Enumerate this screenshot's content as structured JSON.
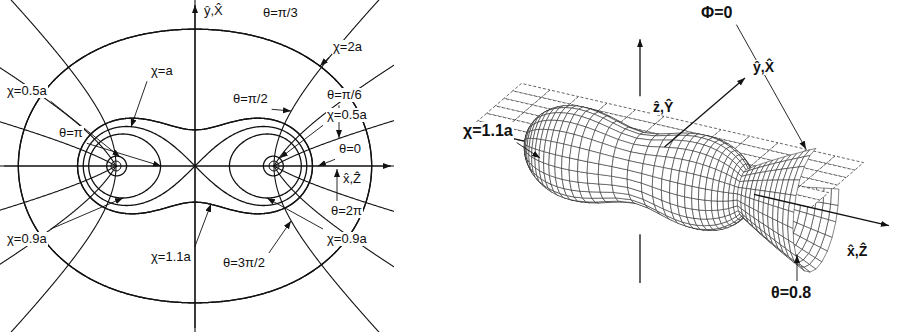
{
  "diagram": {
    "labels": [
      "ŷ,X̂",
      "θ=π/3",
      "χ=2a",
      "χ=a",
      "θ=π/6",
      "θ=π/2",
      "χ=0.5a",
      "χ=0.5a",
      "θ=π",
      "θ=0",
      "x̂,Ẑ",
      "θ=2π",
      "χ=0.9a",
      "χ=0.9a",
      "χ=1.1a",
      "θ=3π/2",
      "Φ=0",
      "ŷ,X̂",
      "ẑ,Ŷ",
      "χ=1.1a",
      "x̂,Ẑ",
      "θ=0.8"
    ]
  }
}
